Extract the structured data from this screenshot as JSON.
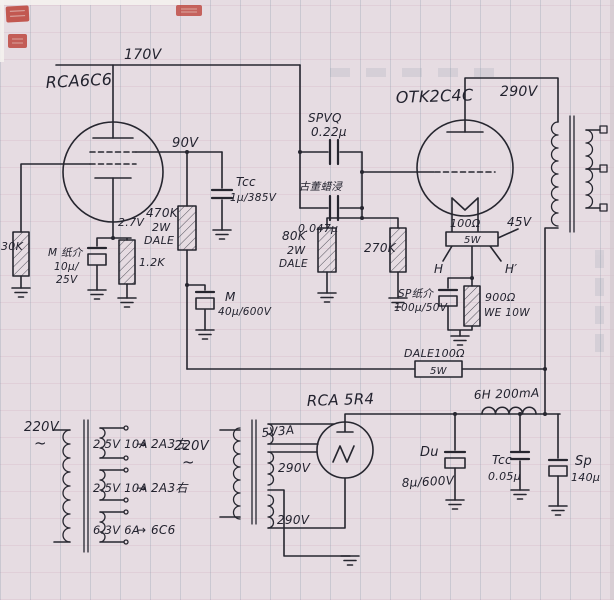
{
  "labels": {
    "tube1": "RCA6C6",
    "supply_170": "170V",
    "screen_90": "90V",
    "cap_spvq": "SPVQ",
    "cap_spvq_val": "0.22μ",
    "cap_antique": "古董蜡浸",
    "cap_antique_val": "0.047μ",
    "cap_tcc1": "Tcc",
    "cap_tcc1_val": "1μ/385V",
    "r470k": "470K",
    "r470k_w": "2W",
    "r470k_brand": "DALE",
    "cathode_27": "2.7V",
    "r12k": "1.2K",
    "cap_m_paper": "M 纸介",
    "cap_m_paper_val": "10μ/",
    "cap_m_paper_v": "25V",
    "r30k": "30K",
    "r80k": "80K",
    "r80k_w": "2W",
    "r80k_brand": "DALE",
    "r270k": "270K",
    "tube2": "OTK2C4C",
    "plate_290": "290V",
    "r100": "100Ω",
    "r100_w": "5W",
    "bias_45": "45V",
    "heater_h": "H",
    "heater_h2": "H′",
    "cap_sp_paper": "SP纸介",
    "cap_sp_paper_val": "100μ/50V",
    "r900": "900Ω",
    "r900_w": "WE 10W",
    "cap_m40": "M",
    "cap_m40_val": "40μ/600V",
    "r_dale100": "DALE100Ω",
    "r_dale100_w": "5W",
    "tube3": "RCA 5R4",
    "mains_220": "220V",
    "mains_tilde": "~",
    "w1": "2.5V 10A",
    "w1_arrow": "→",
    "w1_to": "2A3左",
    "w2": "2.5V 10A",
    "w2_arrow": "→",
    "w2_to": "2A3右",
    "w3": "6.3V 6A",
    "w3_arrow": "→",
    "w3_to": "6C6",
    "ht_220": "220V",
    "ht_tilde": "~",
    "w_5v": "5V3A",
    "hv_290a": "290V",
    "hv_290b": "290V",
    "cap_du": "Du",
    "cap_du_val": "8μ/600V",
    "choke": "6H 200mA",
    "cap_tcc2": "Tcc",
    "cap_tcc2_val": "0.05μ",
    "cap_sp": "Sp",
    "cap_sp_val": "140μ"
  }
}
